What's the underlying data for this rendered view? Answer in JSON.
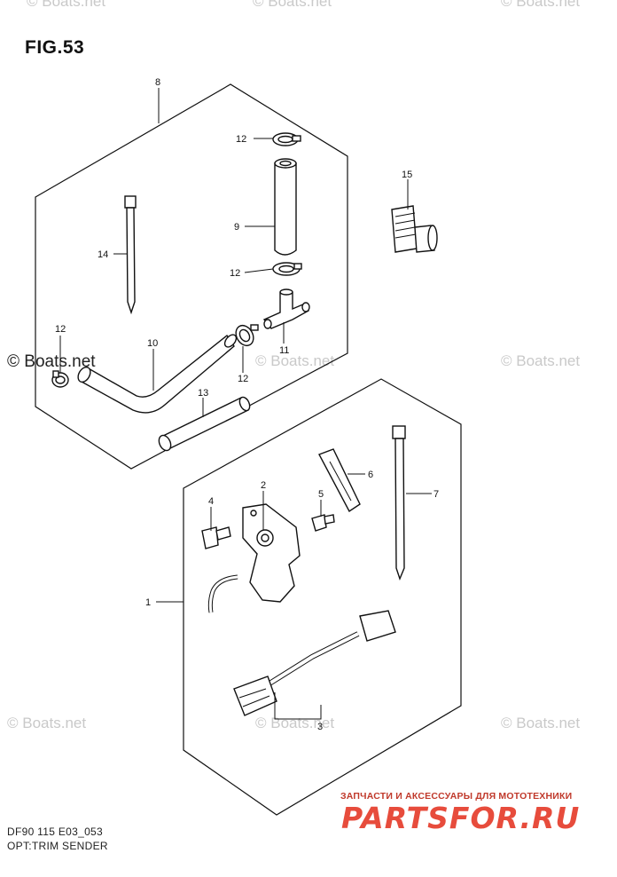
{
  "figure": {
    "title": "FIG.53",
    "code": "DF90 115 E03_053",
    "caption": "OPT:TRIM SENDER"
  },
  "callouts": {
    "p1": "1",
    "p2": "2",
    "p3": "3",
    "p4": "4",
    "p5": "5",
    "p6": "6",
    "p7": "7",
    "p8": "8",
    "p9": "9",
    "p10": "10",
    "p11": "11",
    "p12a": "12",
    "p12b": "12",
    "p12c": "12",
    "p12d": "12",
    "p13": "13",
    "p14": "14",
    "p15": "15"
  },
  "watermarks": {
    "top_left": "© Boats.net",
    "top_mid": "© Boats.net",
    "top_right": "© Boats.net",
    "mid_left": "© Boats.net",
    "mid_center": "© Boats.net",
    "mid_right": "© Boats.net",
    "low_left": "© Boats.net",
    "low_center": "© Boats.net",
    "low_right": "© Boats.net"
  },
  "promo": {
    "tagline": "ЗАПЧАСТИ И АКСЕССУАРЫ ДЛЯ МОТОТЕХНИКИ",
    "logo": "PARTSFOR.RU"
  }
}
